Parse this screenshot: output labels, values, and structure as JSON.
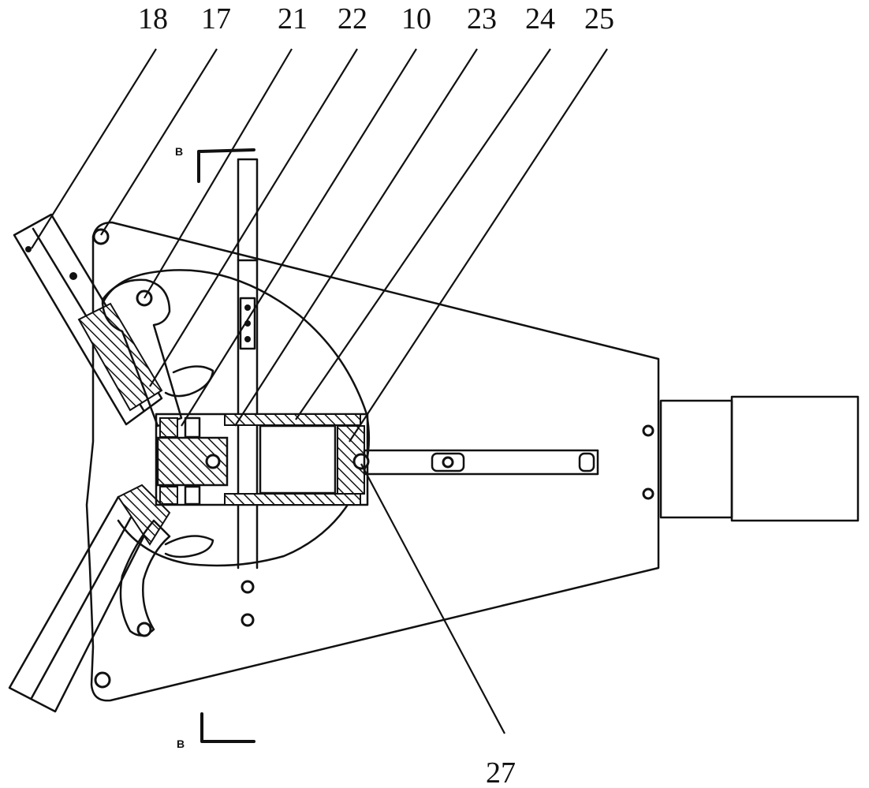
{
  "reference_numerals": {
    "n18": "18",
    "n17": "17",
    "n21": "21",
    "n22": "22",
    "n10": "10",
    "n23": "23",
    "n24": "24",
    "n25": "25",
    "n27": "27"
  },
  "section_marks": {
    "top": "B",
    "bottom": "B"
  }
}
